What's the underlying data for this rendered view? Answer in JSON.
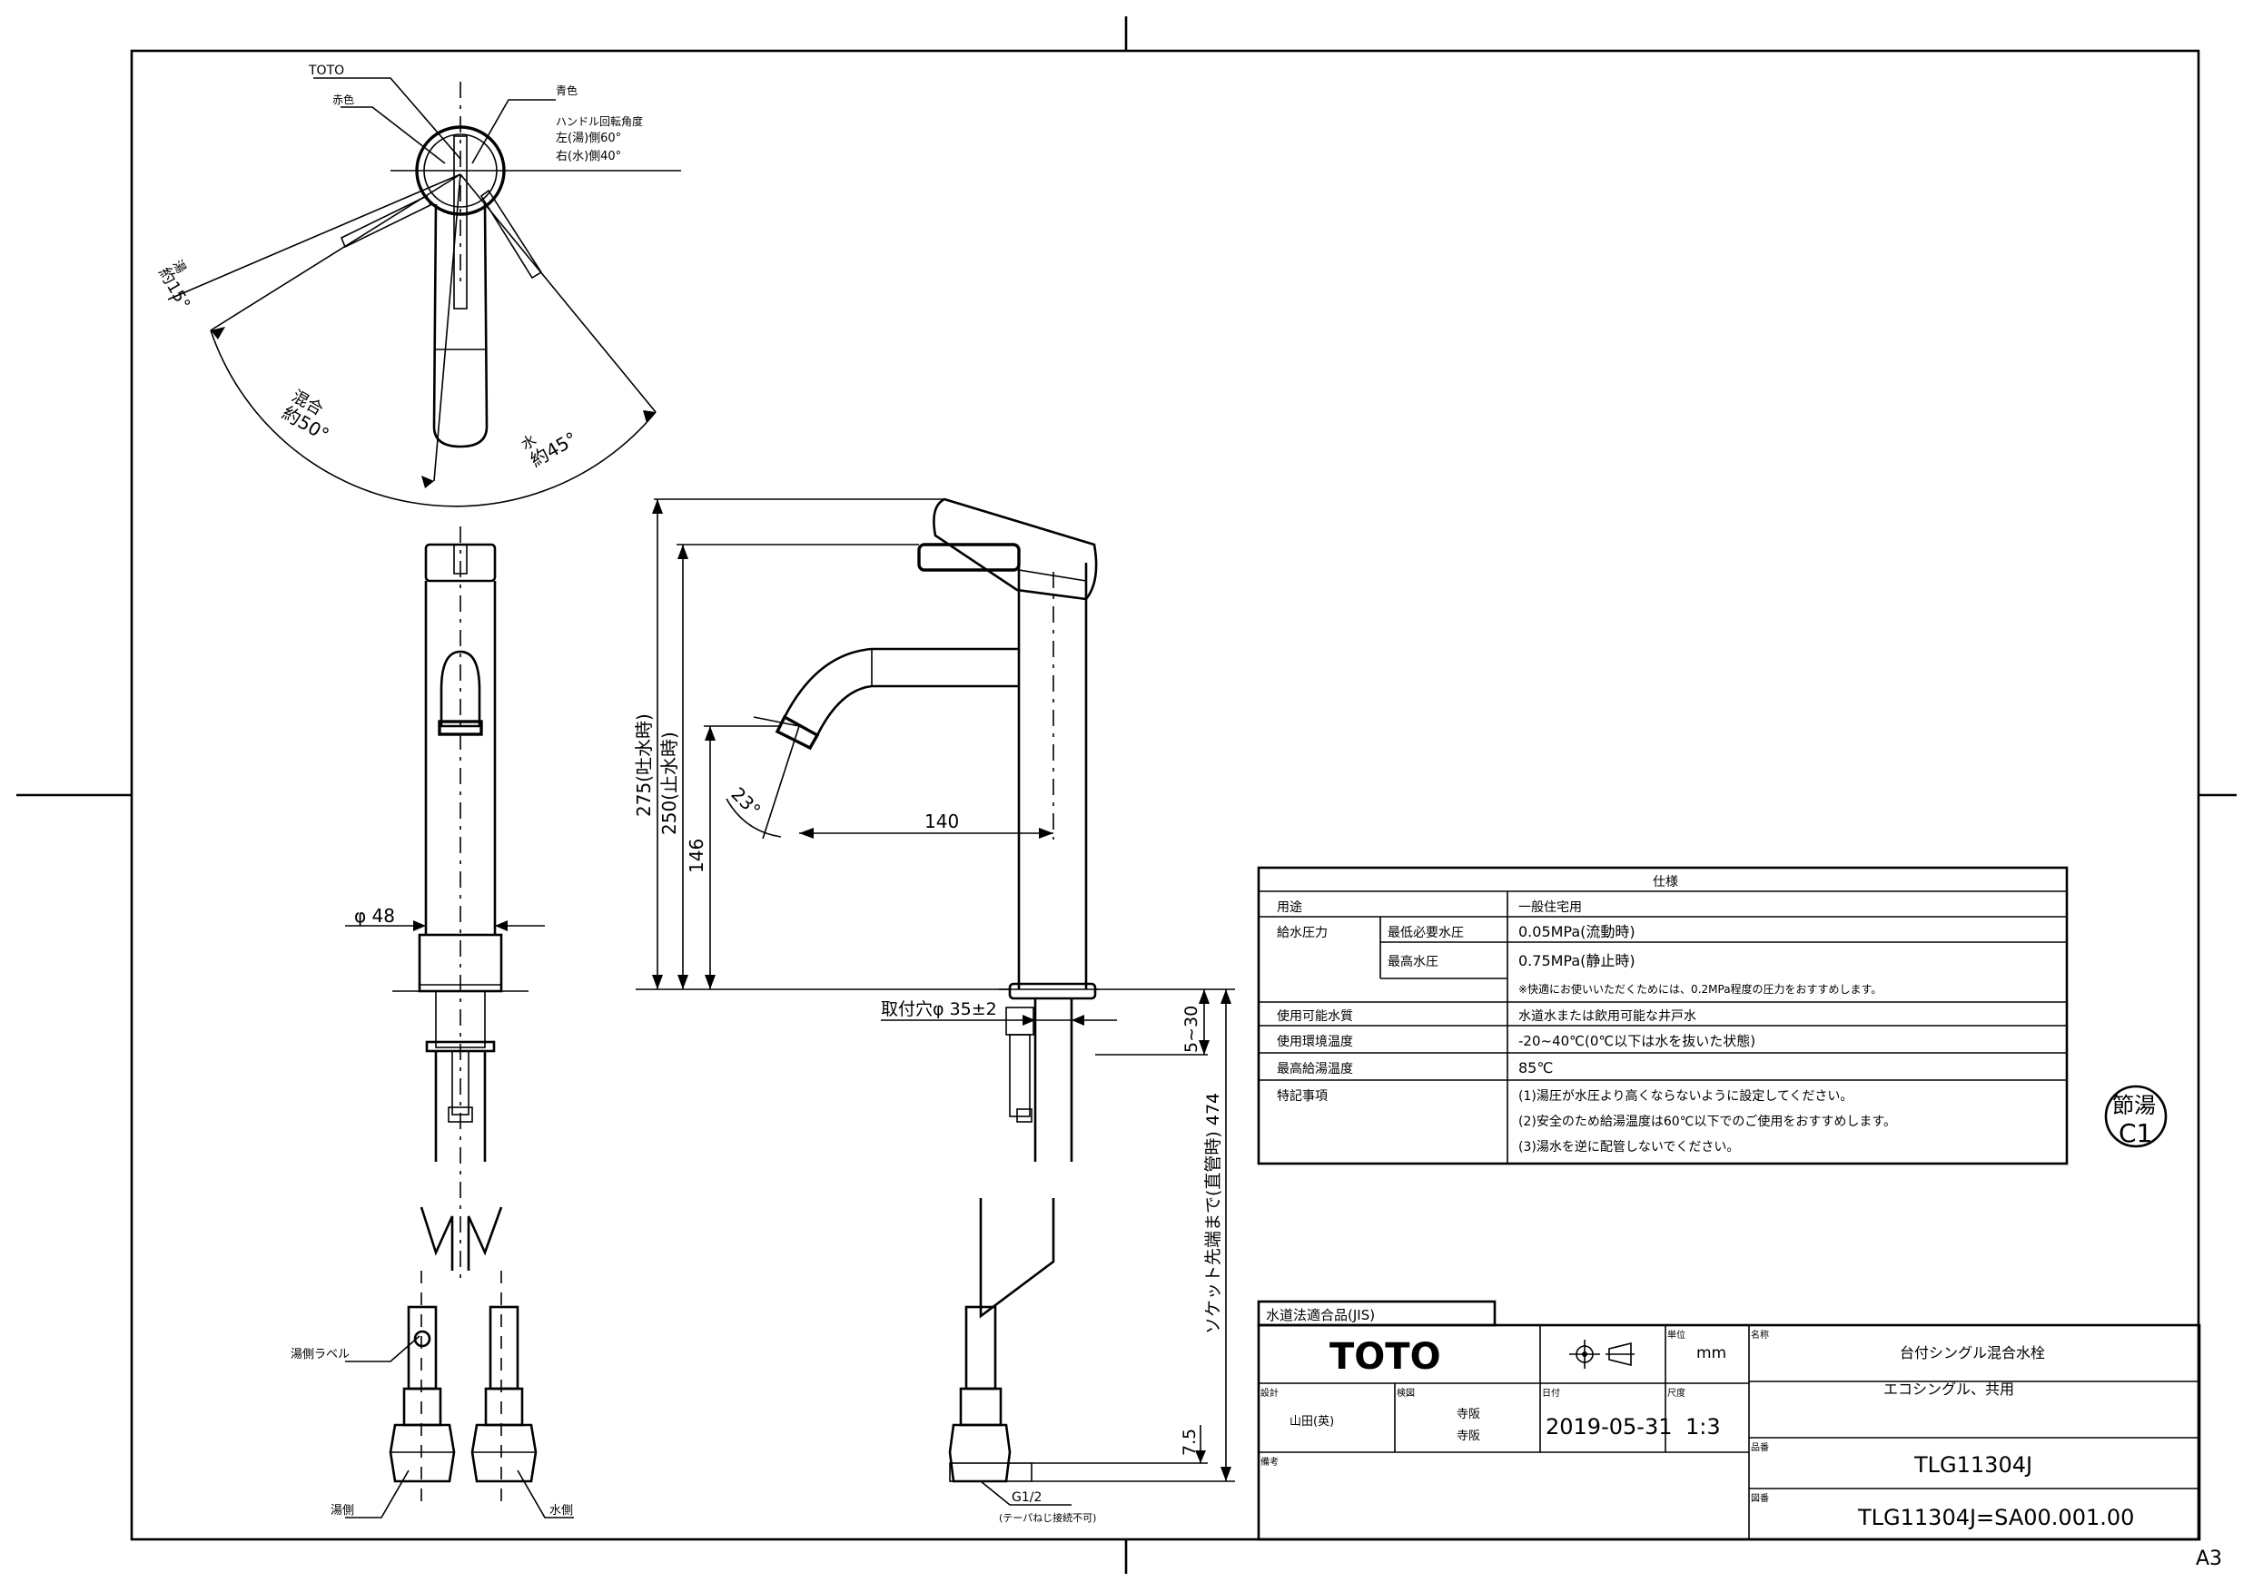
{
  "plan_view": {
    "brand_label": "TOTO",
    "red_label": "赤色",
    "blue_label": "青色",
    "handle_angle_title": "ハンドル回転角度",
    "handle_left": "左(湯)側60°",
    "handle_right": "右(水)側40°",
    "hot_label": "湯",
    "hot_angle": "約15°",
    "mix_label": "混合",
    "mix_angle": "約50°",
    "water_label": "水",
    "water_angle": "約45°"
  },
  "front_view": {
    "diameter": "φ 48",
    "hot_hose_label": "湯側ラベル",
    "hot_side": "湯側",
    "water_side": "水側"
  },
  "side_view": {
    "height_spout_open": "275(吐水時)",
    "height_spout_closed": "250(止水時)",
    "height_outlet": "146",
    "angle_outlet": "23°",
    "reach": "140",
    "mount_hole": "取付穴φ 35±2",
    "counter_thickness": "5~30",
    "socket_length": "ソケット先端まで(直管時) 474",
    "connector_height": "7.5",
    "thread_spec": "G1/2",
    "thread_note": "(テーパねじ接続不可)"
  },
  "spec_table": {
    "title": "仕様",
    "rows": [
      {
        "label": "用途",
        "sub": "",
        "value": "一般住宅用"
      },
      {
        "label": "給水圧力",
        "sub": "最低必要水圧",
        "value": "0.05MPa(流動時)"
      },
      {
        "label": "",
        "sub": "最高水圧",
        "value": "0.75MPa(静止時)"
      },
      {
        "label": "",
        "sub": "",
        "value": "※快適にお使いいただくためには、0.2MPa程度の圧力をおすすめします。"
      },
      {
        "label": "使用可能水質",
        "sub": "",
        "value": "水道水または飲用可能な井戸水"
      },
      {
        "label": "使用環境温度",
        "sub": "",
        "value": "-20~40℃(0℃以下は水を抜いた状態)"
      },
      {
        "label": "最高給湯温度",
        "sub": "",
        "value": "85℃"
      },
      {
        "label": "特記事項",
        "sub": "",
        "value": "(1)湯圧が水圧より高くならないように設定してください。"
      },
      {
        "label": "",
        "sub": "",
        "value": "(2)安全のため給湯温度は60℃以下でのご使用をおすすめします。"
      },
      {
        "label": "",
        "sub": "",
        "value": "(3)湯水を逆に配管しないでください。"
      }
    ]
  },
  "eco_badge": {
    "text_top": "節湯",
    "text_bottom": "C1"
  },
  "title_block": {
    "jis_label": "水道法適合品(JIS)",
    "brand": "TOTO",
    "unit_label": "単位",
    "unit_value": "mm",
    "name_label": "名称",
    "name_value": "台付シングル混合水栓",
    "name_sub": "エコシングル、共用",
    "design_label": "設計",
    "designer": "山田(英)",
    "check_label": "検図",
    "checker_1": "寺阪",
    "checker_2": "寺阪",
    "date_label": "日付",
    "date_value": "2019-05-31",
    "scale_label": "尺度",
    "scale_value": "1:3",
    "model_label": "品番",
    "model_value": "TLG11304J",
    "drawing_label": "図番",
    "drawing_value": "TLG11304J=SA00.001.00",
    "note_label": "備考"
  },
  "sheet_size": "A3"
}
